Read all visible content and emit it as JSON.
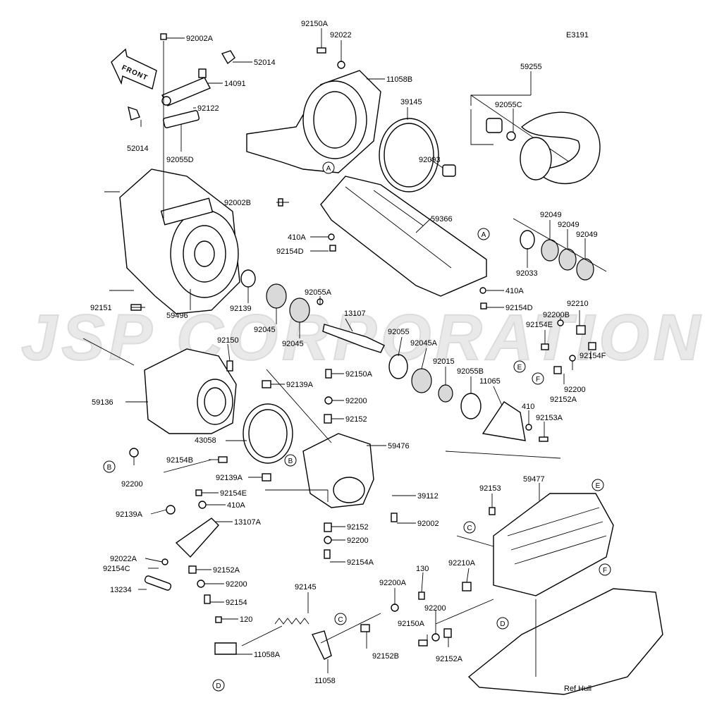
{
  "diagram": {
    "code": "E3191",
    "watermark": "JSP CORPORATION",
    "front_label": "FRONT",
    "ref_label": "Ref.Hull",
    "parts": [
      {
        "id": "p1",
        "label": "92002A"
      },
      {
        "id": "p2",
        "label": "52014"
      },
      {
        "id": "p3",
        "label": "14091"
      },
      {
        "id": "p4",
        "label": "92122"
      },
      {
        "id": "p5",
        "label": "52014"
      },
      {
        "id": "p6",
        "label": "92055D"
      },
      {
        "id": "p7",
        "label": "92150A"
      },
      {
        "id": "p8",
        "label": "92022"
      },
      {
        "id": "p9",
        "label": "11058B"
      },
      {
        "id": "p10",
        "label": "39145"
      },
      {
        "id": "p11",
        "label": "92093"
      },
      {
        "id": "p12",
        "label": "59255"
      },
      {
        "id": "p13",
        "label": "92055C"
      },
      {
        "id": "p14",
        "label": "92002B"
      },
      {
        "id": "p15",
        "label": "59366"
      },
      {
        "id": "p16",
        "label": "410A"
      },
      {
        "id": "p17",
        "label": "92154D"
      },
      {
        "id": "p18",
        "label": "92049"
      },
      {
        "id": "p19",
        "label": "92049"
      },
      {
        "id": "p20",
        "label": "92049"
      },
      {
        "id": "p21",
        "label": "92033"
      },
      {
        "id": "p22",
        "label": "410A"
      },
      {
        "id": "p23",
        "label": "92154D"
      },
      {
        "id": "p24",
        "label": "92151"
      },
      {
        "id": "p25",
        "label": "59496"
      },
      {
        "id": "p26",
        "label": "92139"
      },
      {
        "id": "p27",
        "label": "92045"
      },
      {
        "id": "p28",
        "label": "92045"
      },
      {
        "id": "p29",
        "label": "92055A"
      },
      {
        "id": "p30",
        "label": "13107"
      },
      {
        "id": "p31",
        "label": "92055"
      },
      {
        "id": "p32",
        "label": "92045A"
      },
      {
        "id": "p33",
        "label": "92015"
      },
      {
        "id": "p34",
        "label": "92055B"
      },
      {
        "id": "p35",
        "label": "11065"
      },
      {
        "id": "p36",
        "label": "92210"
      },
      {
        "id": "p37",
        "label": "92200B"
      },
      {
        "id": "p38",
        "label": "92154E"
      },
      {
        "id": "p39",
        "label": "92154F"
      },
      {
        "id": "p40",
        "label": "92200"
      },
      {
        "id": "p41",
        "label": "92152A"
      },
      {
        "id": "p42",
        "label": "410"
      },
      {
        "id": "p43",
        "label": "92153A"
      },
      {
        "id": "p44",
        "label": "92150"
      },
      {
        "id": "p45",
        "label": "92150A"
      },
      {
        "id": "p46",
        "label": "92139A"
      },
      {
        "id": "p47",
        "label": "92200"
      },
      {
        "id": "p48",
        "label": "92152"
      },
      {
        "id": "p49",
        "label": "59136"
      },
      {
        "id": "p50",
        "label": "43058"
      },
      {
        "id": "p51",
        "label": "59476"
      },
      {
        "id": "p52",
        "label": "92154B"
      },
      {
        "id": "p53",
        "label": "92200"
      },
      {
        "id": "p54",
        "label": "92139A"
      },
      {
        "id": "p55",
        "label": "92154E"
      },
      {
        "id": "p56",
        "label": "410A"
      },
      {
        "id": "p57",
        "label": "39112"
      },
      {
        "id": "p58",
        "label": "92002"
      },
      {
        "id": "p59",
        "label": "92139A"
      },
      {
        "id": "p60",
        "label": "13107A"
      },
      {
        "id": "p61",
        "label": "92152"
      },
      {
        "id": "p62",
        "label": "92200"
      },
      {
        "id": "p63",
        "label": "92154A"
      },
      {
        "id": "p64",
        "label": "92022A"
      },
      {
        "id": "p65",
        "label": "92154C"
      },
      {
        "id": "p66",
        "label": "92152A"
      },
      {
        "id": "p67",
        "label": "92200"
      },
      {
        "id": "p68",
        "label": "13234"
      },
      {
        "id": "p69",
        "label": "92154"
      },
      {
        "id": "p70",
        "label": "92145"
      },
      {
        "id": "p71",
        "label": "120"
      },
      {
        "id": "p72",
        "label": "11058A"
      },
      {
        "id": "p73",
        "label": "11058"
      },
      {
        "id": "p74",
        "label": "92152B"
      },
      {
        "id": "p75",
        "label": "130"
      },
      {
        "id": "p76",
        "label": "92200A"
      },
      {
        "id": "p77",
        "label": "92150A"
      },
      {
        "id": "p78",
        "label": "92200"
      },
      {
        "id": "p79",
        "label": "92152A"
      },
      {
        "id": "p80",
        "label": "92153"
      },
      {
        "id": "p81",
        "label": "59477"
      },
      {
        "id": "p82",
        "label": "92210A"
      }
    ],
    "callouts": [
      {
        "id": "c1",
        "letter": "A"
      },
      {
        "id": "c2",
        "letter": "A"
      },
      {
        "id": "c3",
        "letter": "B"
      },
      {
        "id": "c4",
        "letter": "B"
      },
      {
        "id": "c5",
        "letter": "C"
      },
      {
        "id": "c6",
        "letter": "C"
      },
      {
        "id": "c7",
        "letter": "D"
      },
      {
        "id": "c8",
        "letter": "D"
      },
      {
        "id": "c9",
        "letter": "E"
      },
      {
        "id": "c10",
        "letter": "E"
      },
      {
        "id": "c11",
        "letter": "F"
      },
      {
        "id": "c12",
        "letter": "F"
      }
    ]
  }
}
